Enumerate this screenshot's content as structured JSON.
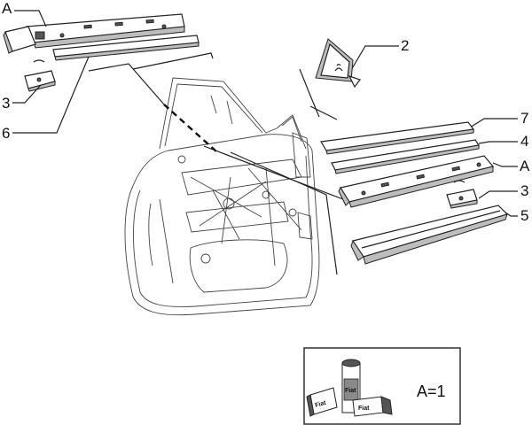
{
  "callouts": {
    "a_top": "A",
    "a_right": "A",
    "n2": "2",
    "n3_left": "3",
    "n3_right": "3",
    "n4": "4",
    "n5": "5",
    "n6": "6",
    "n7": "7"
  },
  "kit_box": {
    "equation": "A=1",
    "brand_text": "Fiat"
  }
}
